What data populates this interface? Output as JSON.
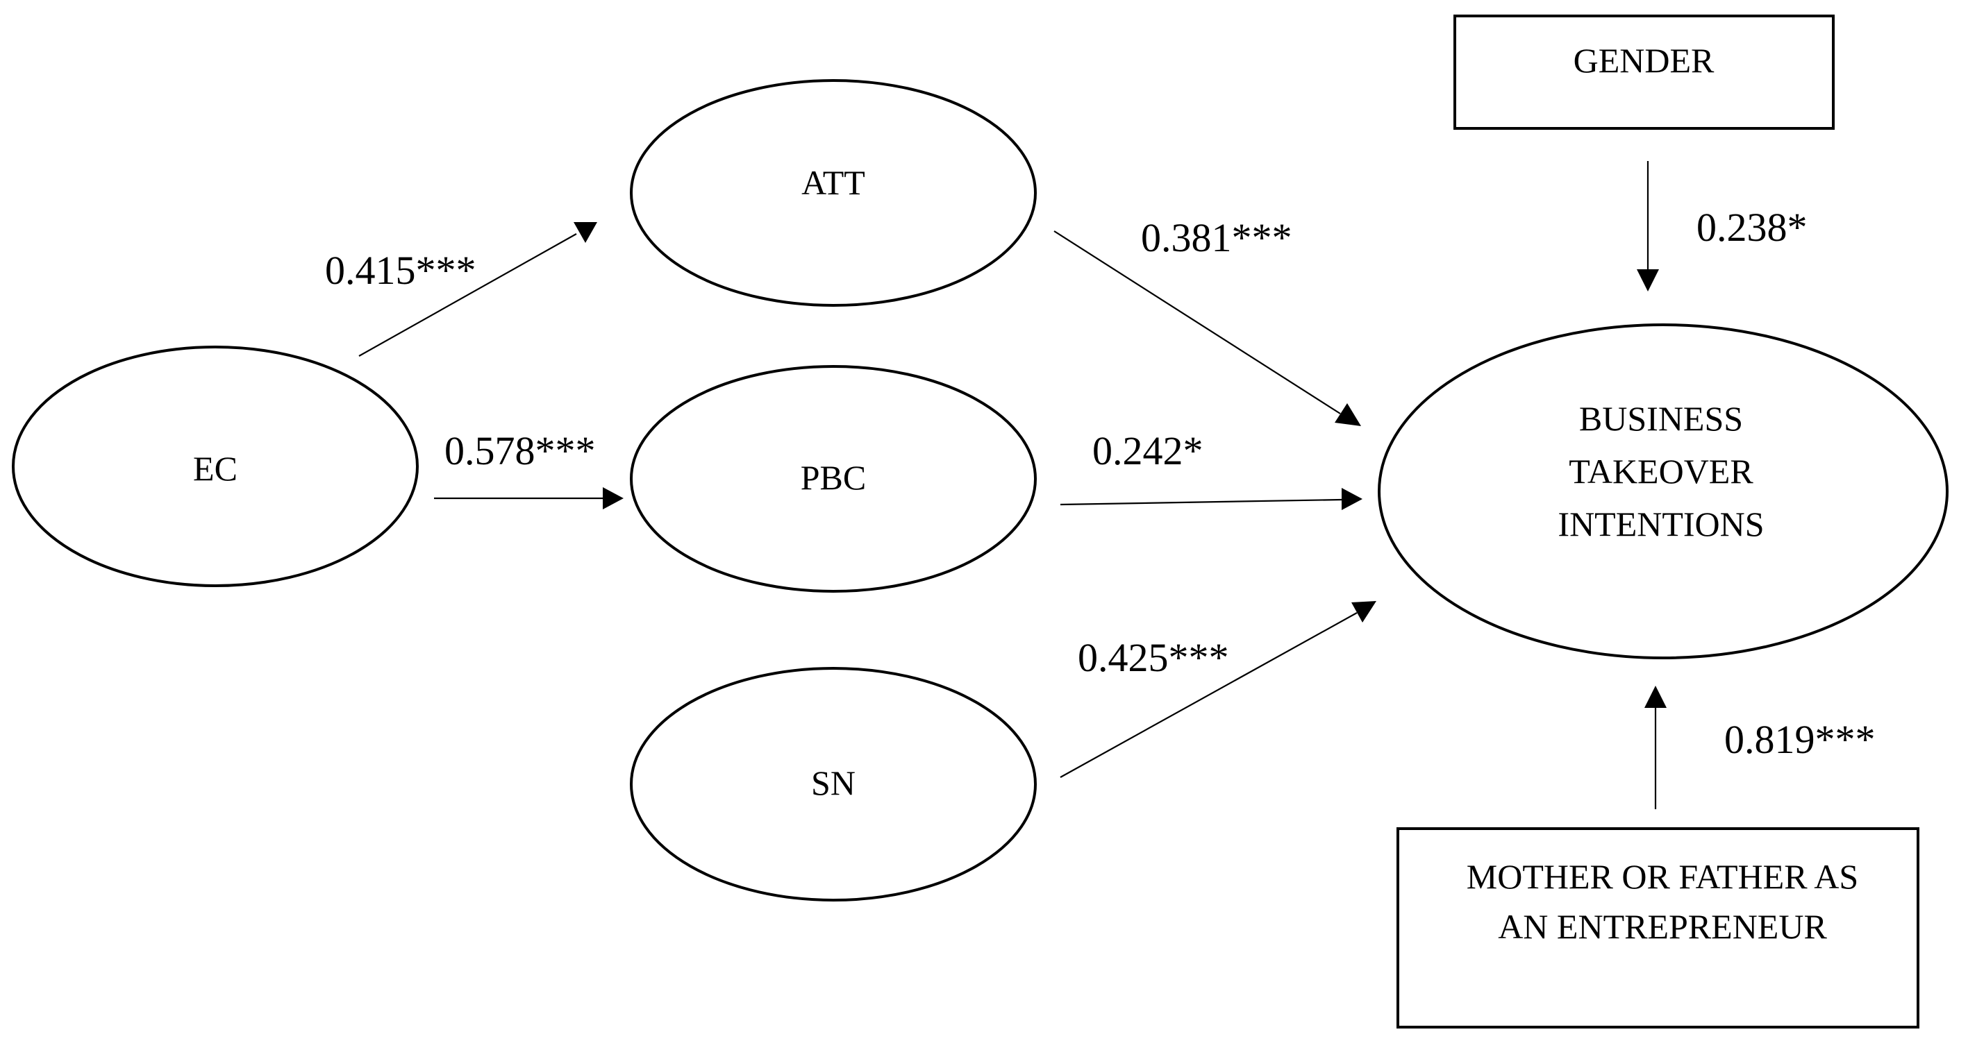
{
  "nodes": {
    "ec": {
      "label": "EC"
    },
    "att": {
      "label": "ATT"
    },
    "pbc": {
      "label": "PBC"
    },
    "sn": {
      "label": "SN"
    },
    "bti": {
      "line1": "BUSINESS",
      "line2": "TAKEOVER",
      "line3": "INTENTIONS"
    },
    "gender": {
      "label": "GENDER"
    },
    "parent": {
      "line1": "MOTHER OR FATHER AS",
      "line2": "AN ENTREPRENEUR"
    }
  },
  "edges": {
    "ec_att": {
      "coefficient": "0.415***"
    },
    "ec_pbc": {
      "coefficient": "0.578***"
    },
    "att_bti": {
      "coefficient": "0.381***"
    },
    "pbc_bti": {
      "coefficient": "0.242*"
    },
    "sn_bti": {
      "coefficient": "0.425***"
    },
    "gender_bti": {
      "coefficient": "0.238*"
    },
    "parent_bti": {
      "coefficient": "0.819***"
    }
  }
}
